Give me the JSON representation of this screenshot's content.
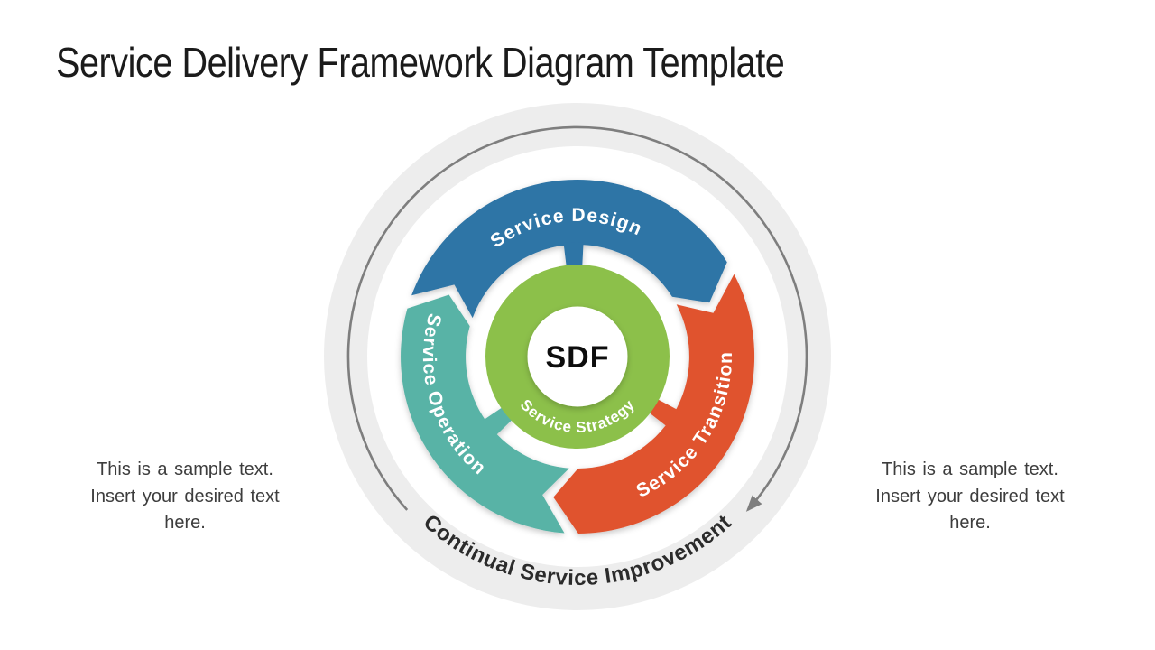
{
  "title": "Service Delivery Framework Diagram Template",
  "annotations": {
    "left": [
      "This is a sample text.",
      "Insert your desired text",
      "here."
    ],
    "right": [
      "This is a sample text.",
      "Insert your desired text",
      "here."
    ]
  },
  "diagram": {
    "center_label": "SDF",
    "inner_ring_label": "Service Strategy",
    "outer_cycle_label": "Continual Service Improvement",
    "segments": [
      {
        "label": "Service Design",
        "color": "#2E74A6"
      },
      {
        "label": "Service Transition",
        "color": "#E0522F"
      },
      {
        "label": "Service Operation",
        "color": "#58B3A6"
      }
    ],
    "inner_ring_color": "#8CC04A",
    "background_ring_color": "#EDEDED",
    "white_ring_color": "#FFFFFF",
    "center_circle_color": "#FFFFFF",
    "arrow_color": "#7E7E7E"
  }
}
